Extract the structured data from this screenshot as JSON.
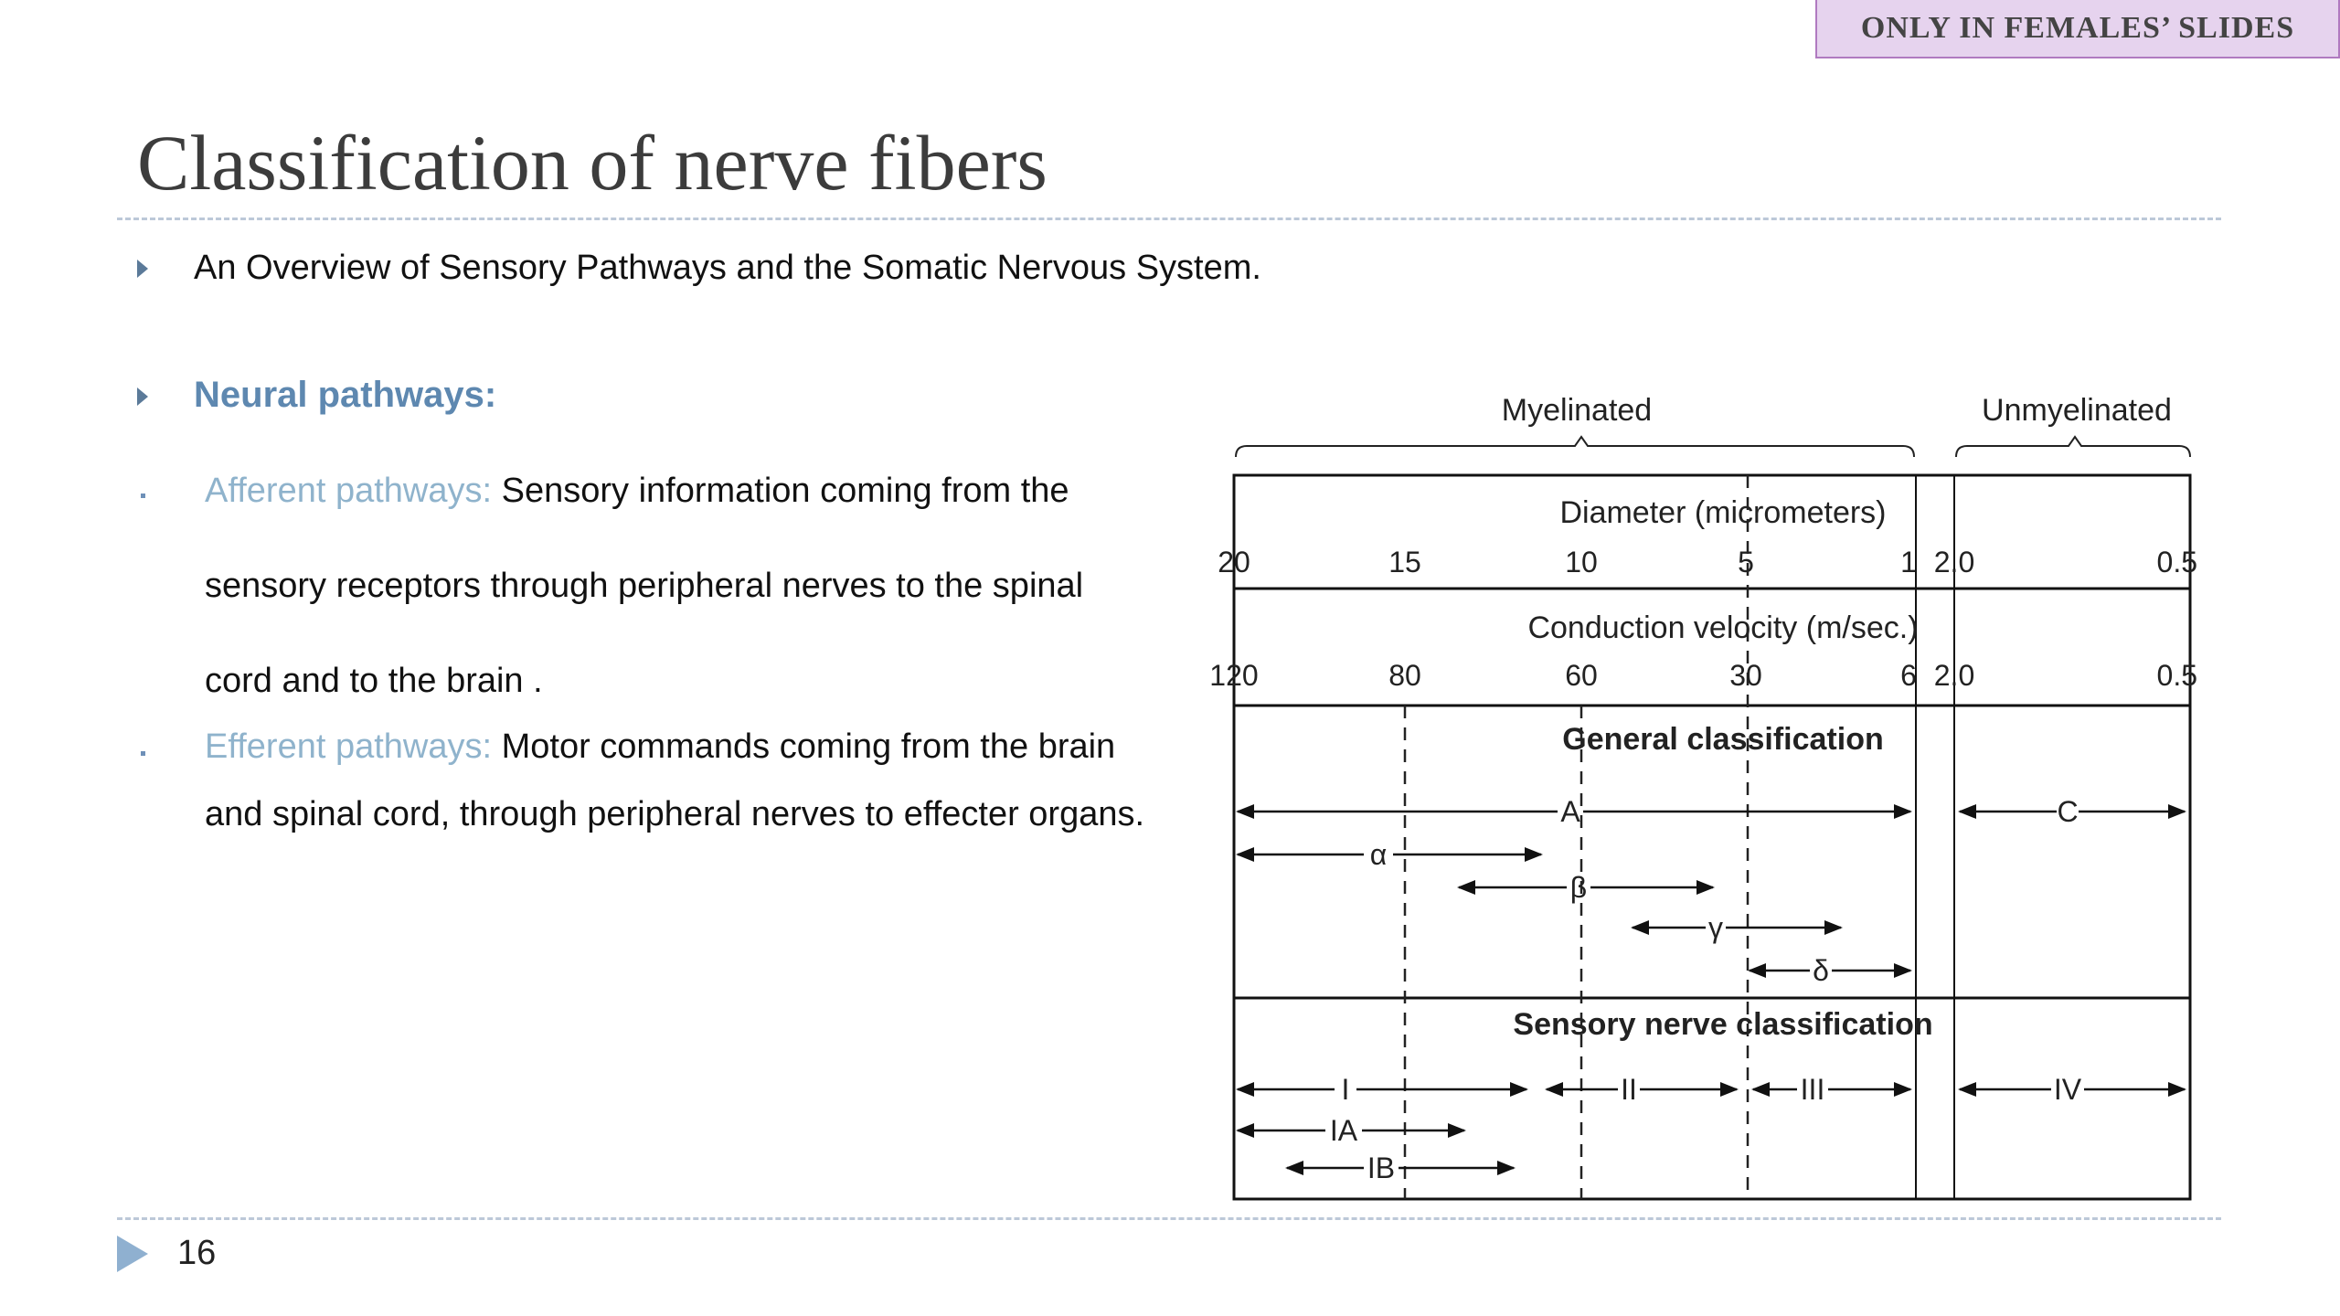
{
  "badge": "ONLY IN FEMALES’ SLIDES",
  "title": "Classification of nerve fibers",
  "overview": "An Overview of Sensory Pathways and the Somatic Nervous System.",
  "neural_heading": "Neural pathways:",
  "afferent": {
    "label": "Afferent pathways:",
    "line1": " Sensory information coming from the",
    "line2": "sensory  receptors through peripheral nerves to the spinal",
    "line3": "cord  and to the brain ."
  },
  "efferent": {
    "label": "Efferent pathways:",
    "line1": " Motor commands coming from the brain",
    "line2": "and spinal cord, through peripheral nerves to effecter organs."
  },
  "figure": {
    "myelinated": "Myelinated",
    "unmyelinated": "Unmyelinated",
    "diameter_title": "Diameter (micrometers)",
    "diameter_ticks": [
      "20",
      "15",
      "10",
      "5",
      "1",
      "2.0",
      "0.5"
    ],
    "velocity_title": "Conduction velocity (m/sec.)",
    "velocity_ticks": [
      "120",
      "80",
      "60",
      "30",
      "6",
      "2.0",
      "0.5"
    ],
    "general_title": "General classification",
    "general_labels": [
      "A",
      "C",
      "α",
      "β",
      "γ",
      "δ"
    ],
    "sensory_title": "Sensory nerve classification",
    "sensory_labels": [
      "I",
      "II",
      "III",
      "IV",
      "IA",
      "IB"
    ]
  },
  "page_number": "16",
  "colors": {
    "title": "#3c3c3c",
    "heading": "#5e88b0",
    "label": "#8fb3cc",
    "badge_bg": "#e6d3ee"
  }
}
